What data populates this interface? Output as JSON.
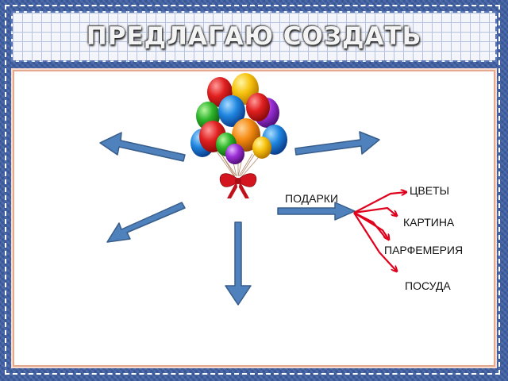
{
  "title": "ПРЕДЛАГАЮ СОЗДАТЬ",
  "center": {
    "icon": "balloons-icon"
  },
  "branches": {
    "main": "ПОДАРКИ",
    "sub": [
      "ЦВЕТЫ",
      "КАРТИНА",
      "ПАРФЕМЕРИЯ",
      "ПОСУДА"
    ]
  },
  "colors": {
    "arrow_fill": "#4f81bd",
    "arrow_stroke": "#385d8a",
    "connector": "#e0001b",
    "panel_border": "#e3a88d",
    "background": "#3e5fa3"
  }
}
